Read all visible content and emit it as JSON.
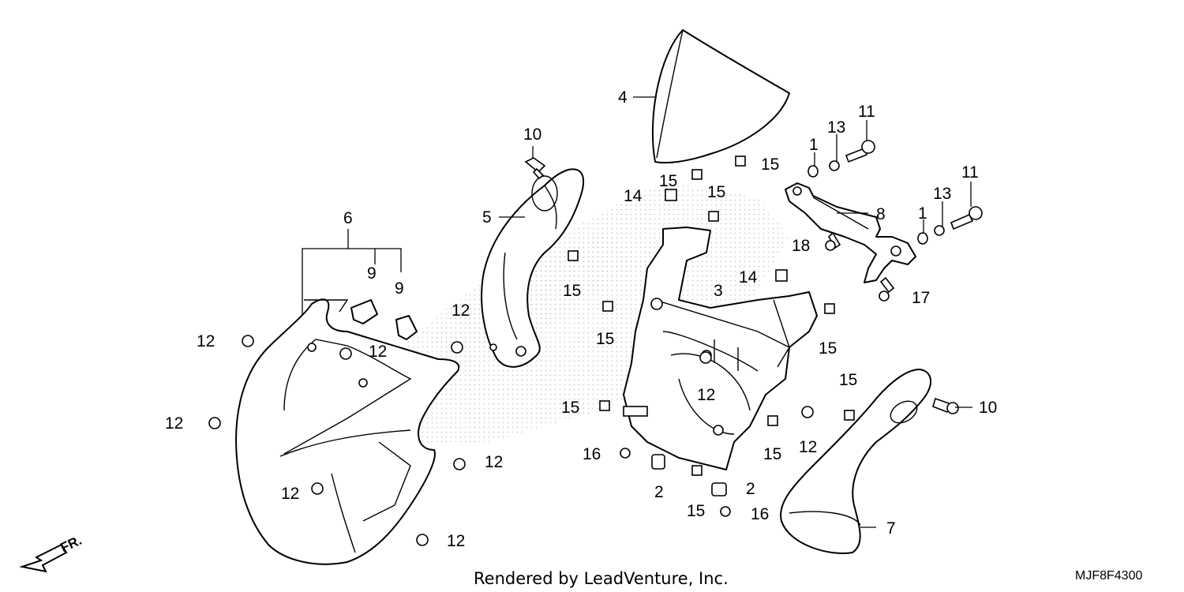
{
  "diagram": {
    "callouts": [
      {
        "id": "c1",
        "text": "1"
      },
      {
        "id": "c1b",
        "text": "1"
      },
      {
        "id": "c2",
        "text": "2"
      },
      {
        "id": "c2b",
        "text": "2"
      },
      {
        "id": "c3",
        "text": "3"
      },
      {
        "id": "c4",
        "text": "4"
      },
      {
        "id": "c5",
        "text": "5"
      },
      {
        "id": "c6",
        "text": "6"
      },
      {
        "id": "c7",
        "text": "7"
      },
      {
        "id": "c8",
        "text": "8"
      },
      {
        "id": "c9",
        "text": "9"
      },
      {
        "id": "c9b",
        "text": "9"
      },
      {
        "id": "c10",
        "text": "10"
      },
      {
        "id": "c10b",
        "text": "10"
      },
      {
        "id": "c11",
        "text": "11"
      },
      {
        "id": "c11b",
        "text": "11"
      },
      {
        "id": "c12a",
        "text": "12"
      },
      {
        "id": "c12b",
        "text": "12"
      },
      {
        "id": "c12c",
        "text": "12"
      },
      {
        "id": "c12d",
        "text": "12"
      },
      {
        "id": "c12e",
        "text": "12"
      },
      {
        "id": "c12f",
        "text": "12"
      },
      {
        "id": "c12g",
        "text": "12"
      },
      {
        "id": "c12h",
        "text": "12"
      },
      {
        "id": "c12i",
        "text": "12"
      },
      {
        "id": "c13",
        "text": "13"
      },
      {
        "id": "c13b",
        "text": "13"
      },
      {
        "id": "c14",
        "text": "14"
      },
      {
        "id": "c14b",
        "text": "14"
      },
      {
        "id": "c15a",
        "text": "15"
      },
      {
        "id": "c15b",
        "text": "15"
      },
      {
        "id": "c15c",
        "text": "15"
      },
      {
        "id": "c15d",
        "text": "15"
      },
      {
        "id": "c15e",
        "text": "15"
      },
      {
        "id": "c15f",
        "text": "15"
      },
      {
        "id": "c15g",
        "text": "15"
      },
      {
        "id": "c15h",
        "text": "15"
      },
      {
        "id": "c15i",
        "text": "15"
      },
      {
        "id": "c15j",
        "text": "15"
      },
      {
        "id": "c16",
        "text": "16"
      },
      {
        "id": "c16b",
        "text": "16"
      },
      {
        "id": "c17",
        "text": "17"
      },
      {
        "id": "c18",
        "text": "18"
      }
    ],
    "footer_text": "Rendered by LeadVenture, Inc.",
    "diagram_code": "MJF8F4300",
    "direction_label": "FR."
  }
}
